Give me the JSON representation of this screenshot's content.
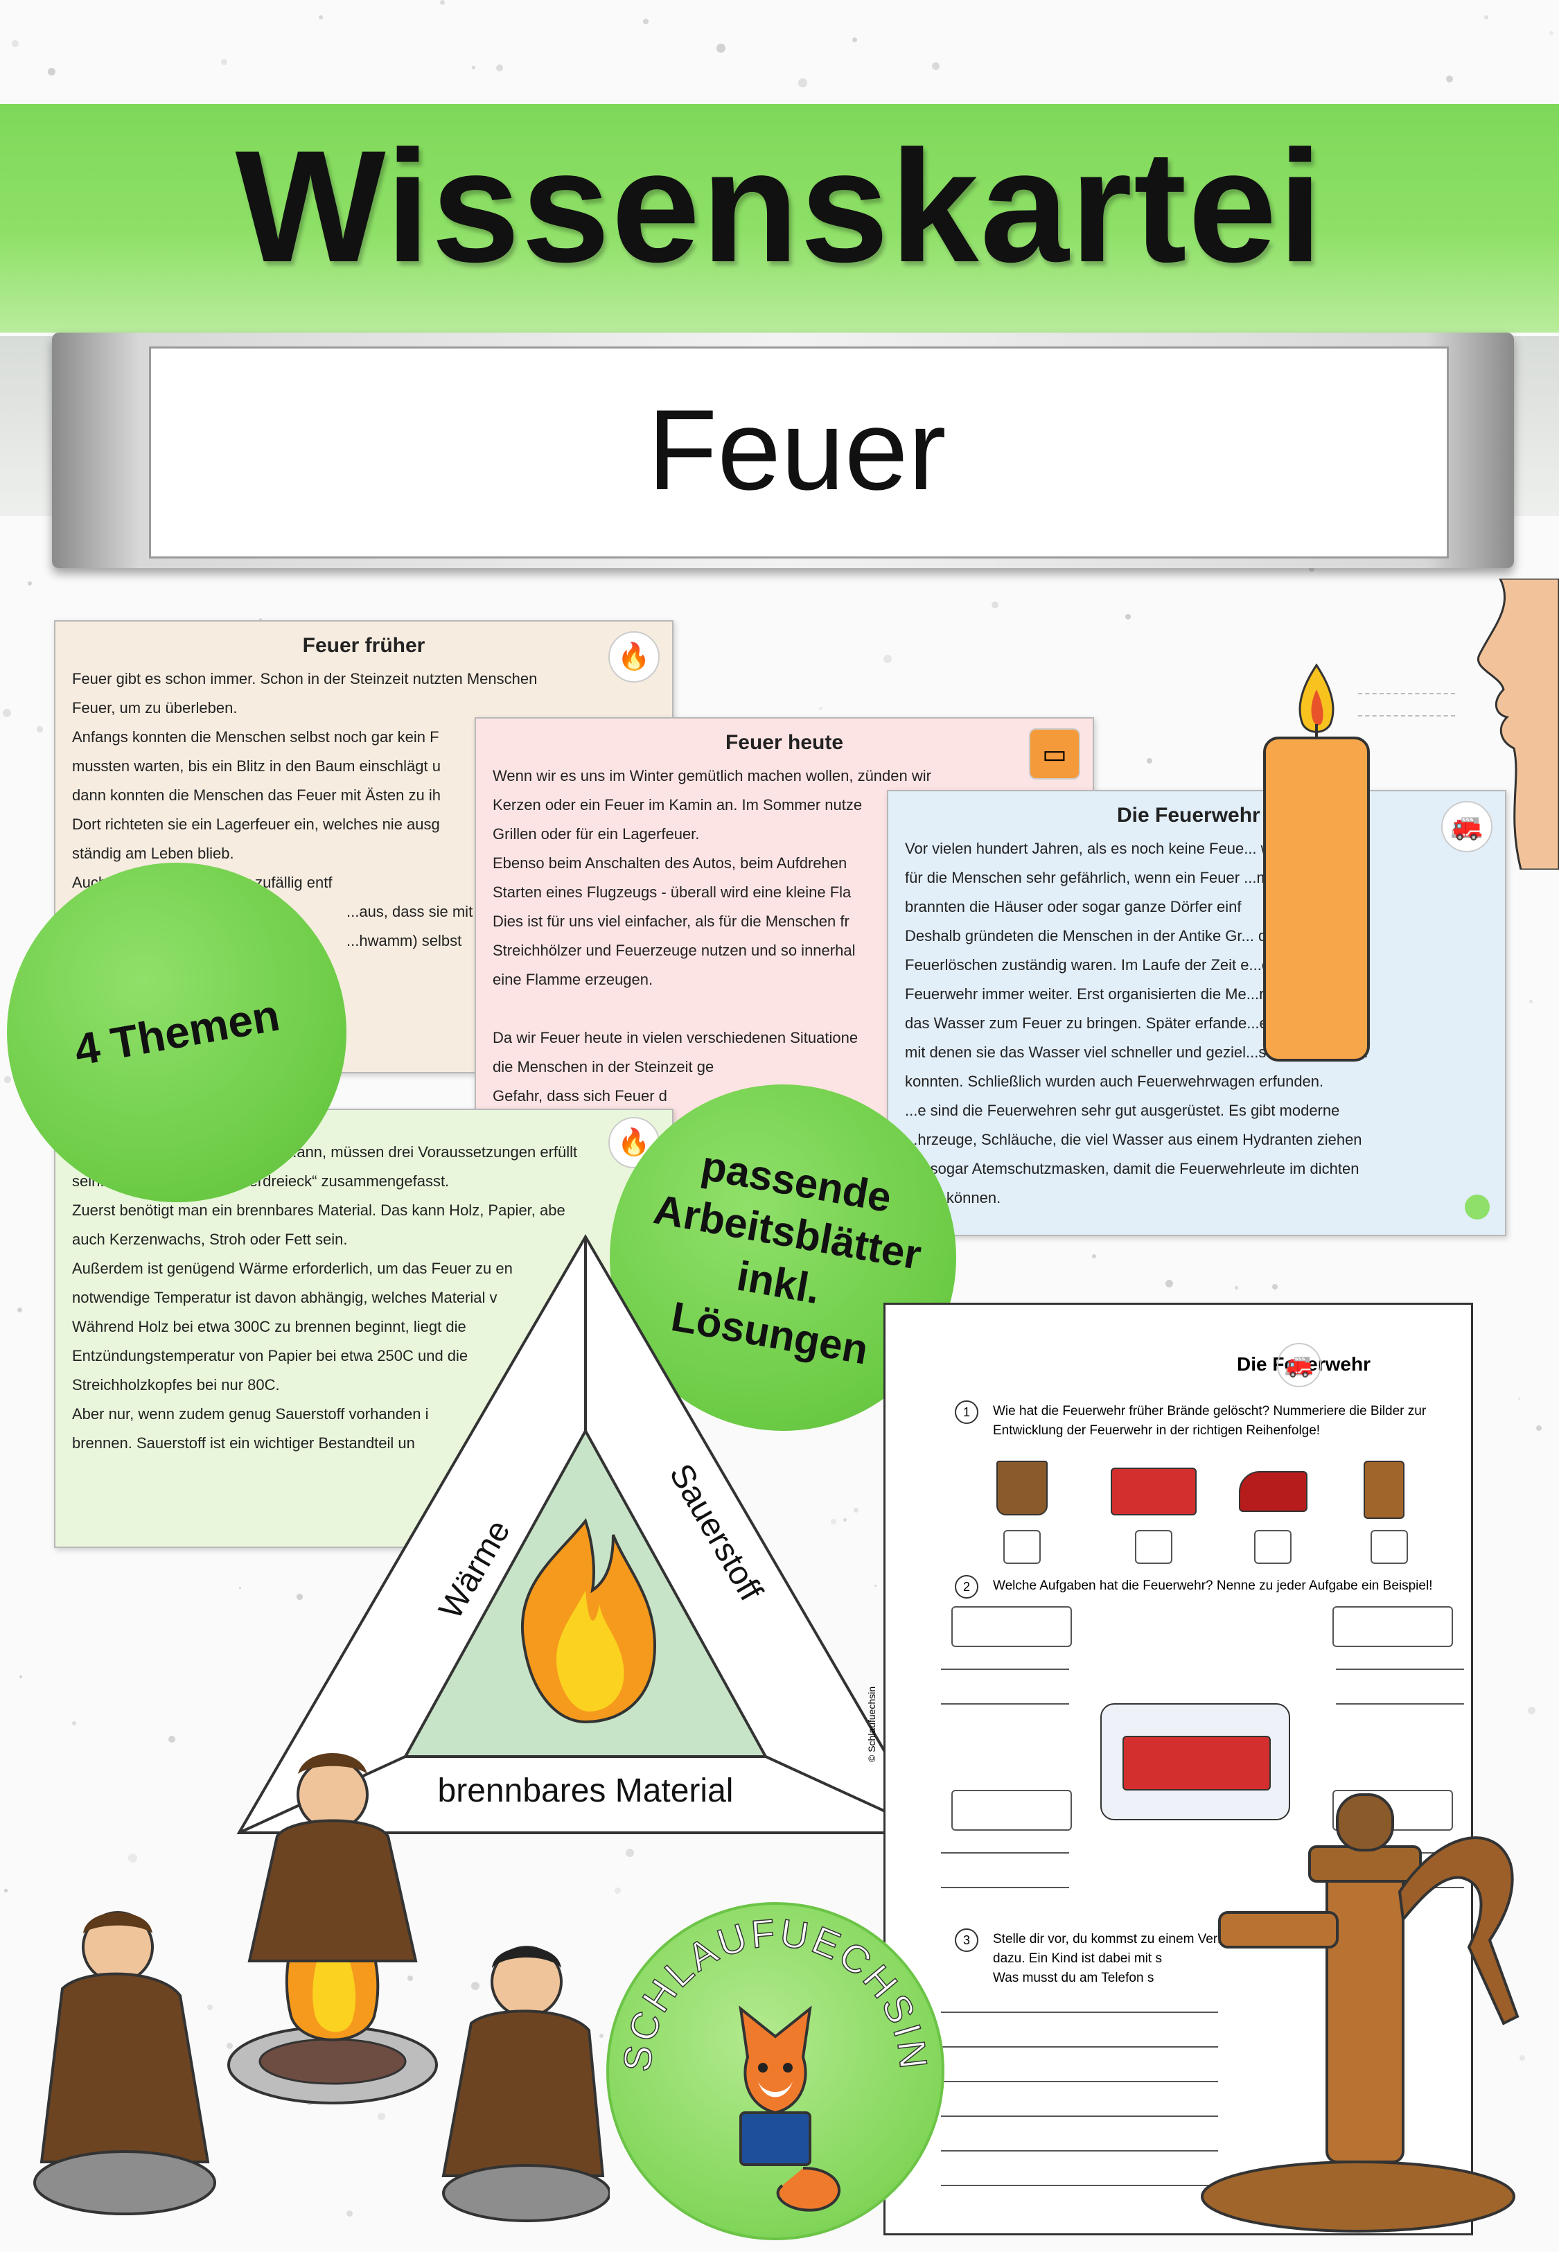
{
  "header": {
    "title": "Wissenskartei",
    "subtitle": "Feuer"
  },
  "cards": [
    {
      "title": "Feuer früher",
      "icon": "caveman-torch-icon",
      "lines": [
        "Feuer gibt es schon immer. Schon in der Steinzeit nutzten Menschen",
        "Feuer, um zu überleben.",
        "Anfangs konnten die Menschen selbst noch gar kein F",
        "mussten warten, bis ein Blitz in den Baum einschlägt u",
        "dann konnten die Menschen das Feuer mit Ästen zu ih",
        "Dort richteten sie ein Lagerfeuer ein, welches nie ausg",
        "ständig am Leben blieb.",
        "Auch ... konnten ein Feuer zufällig entf",
        "...aus, dass sie mit",
        "...hwamm) selbst"
      ]
    },
    {
      "title": "Feuer heute",
      "icon": "matchbox-icon",
      "lines": [
        "Wenn wir es uns im Winter gemütlich machen wollen, zünden wir",
        "Kerzen oder ein Feuer im Kamin an. Im Sommer nutze",
        "Grillen oder für ein Lagerfeuer.",
        "Ebenso beim Anschalten des Autos, beim Aufdrehen",
        "Starten eines Flugzeugs - überall wird eine kleine Fla",
        "Dies ist für uns viel einfacher, als für die Menschen fr",
        "Streichhölzer und Feuerzeuge nutzen und so innerhal",
        "eine Flamme erzeugen.",
        "",
        "Da wir Feuer heute in vielen verschiedenen Situatione",
        "die Menschen in der Steinzeit ge",
        "Gefahr, dass sich Feuer d"
      ]
    },
    {
      "title": "Die Feuerwehr",
      "icon": "fire-truck-icon",
      "lines": [
        "Vor vielen hundert Jahren, als es noch keine Feue... war es",
        "für die Menschen sehr gefährlich, wenn ein Feuer ...mals",
        "brannten die Häuser oder sogar ganze Dörfer einf",
        "Deshalb gründeten die Menschen in der Antike Gr... das",
        "Feuerlöschen zuständig waren. Im Laufe der Zeit e...ch die",
        "Feuerwehr immer weiter. Erst organisierten die Me...rketten, um",
        "das Wasser zum Feuer zu bringen. Später erfande...en Pumpen,",
        "mit denen sie das Wasser viel schneller und geziel...s Feuer spritzen",
        "konnten. Schließlich wurden auch Feuerwehrwagen erfunden.",
        "...e sind die Feuerwehren sehr gut ausgerüstet. Es gibt moderne",
        "...hrzeuge, Schläuche, die viel Wasser aus einem Hydranten ziehen",
        "...d sogar Atemschutzmasken, damit die Feuerwehrleute im dichten",
        "...iten können."
      ]
    },
    {
      "title": "",
      "icon": "flame-icon",
      "lines": [
        "...ann, müssen drei Voraussetzungen erfüllt",
        "sein. ... sogenannten „Feuerdreieck“ zusammengefasst.",
        "Zuerst benötigt man ein brennbares Material. Das kann Holz, Papier, abe",
        "auch Kerzenwachs, Stroh oder Fett sein.",
        "Außerdem ist genügend Wärme erforderlich, um das Feuer zu en",
        "notwendige Temperatur ist davon abhängig, welches Material v",
        "Während Holz bei etwa 300C zu brennen beginnt, liegt die",
        "Entzündungstemperatur von Papier bei etwa 250C und die",
        "Streichholzkopfes bei nur 80C.",
        "Aber nur, wenn zudem genug Sauerstoff vorhanden i",
        "brennen. Sauerstoff ist ein wichtiger Bestandteil un"
      ]
    }
  ],
  "bubbles": {
    "themes": "4 Themen",
    "worksheets": [
      "passende",
      "Arbeitsblätter",
      "inkl.",
      "Lösungen"
    ]
  },
  "triangle": {
    "left": "Wärme",
    "right": "Sauerstoff",
    "bottom": "brennbares Material"
  },
  "worksheet": {
    "title": "Die Feuerwehr",
    "q1_num": "1",
    "q1": "Wie hat die Feuerwehr früher Brände gelöscht? Nummeriere die Bilder zur Entwicklung der Feuerwehr in der richtigen Reihenfolge!",
    "q2_num": "2",
    "q2": "Welche Aufgaben hat die Feuerwehr? Nenne zu jeder Aufgabe ein Beispiel!",
    "q3_num": "3",
    "q3_lines": [
      "Stelle dir vor, du kommst zu einem Verkehrsunf",
      "dazu. Ein Kind ist dabei mit s",
      "Was musst du am Telefon s"
    ],
    "copyright": "© Schlaufuechsin"
  },
  "logo": {
    "text": "SCHLAUFUECHSIN"
  },
  "colors": {
    "banner_green": "#8de066",
    "bubble_green": "#6ccb45",
    "card1_bg": "#f6ece0",
    "card2_bg": "#fde4e4",
    "card3_bg": "#e2eef8",
    "card4_bg": "#e9f6dc",
    "candle": "#f7a74a",
    "flame": "#f8c21f"
  }
}
